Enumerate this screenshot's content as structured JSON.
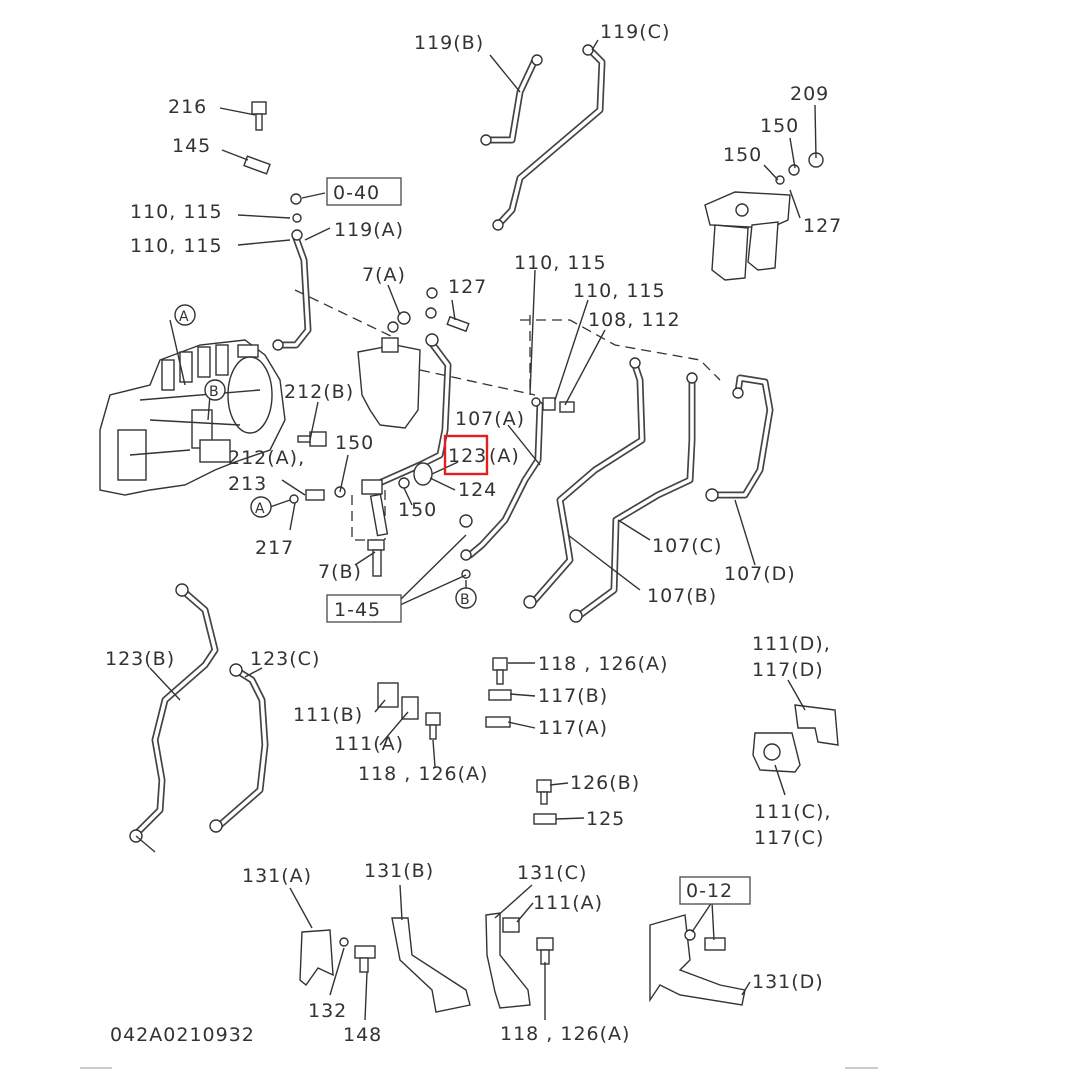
{
  "drawing_number": "042A0210932",
  "highlighted_callout": "123",
  "highlight_color": "#e0201e",
  "labels": {
    "l_119b": "119(B)",
    "l_119c": "119(C)",
    "l_216": "216",
    "l_145": "145",
    "l_209": "209",
    "l_150_top": "150",
    "l_150_top2": "150",
    "l_127_top": "127",
    "l_040": "0-40",
    "l_110_115_a": "110, 115",
    "l_110_115_b": "110, 115",
    "l_119a": "119(A)",
    "l_110_115_c": "110, 115",
    "l_110_115_d": "110, 115",
    "l_108_112": "108, 112",
    "l_7a": "7(A)",
    "l_127_mid": "127",
    "l_A_circle": "A",
    "l_B_circle": "B",
    "l_212b": "212(B)",
    "l_107a": "107(A)",
    "l_123a_num": "123",
    "l_123a_suffix": "(A)",
    "l_212a": "212(A),",
    "l_213": "213",
    "l_150_mid": "150",
    "l_124": "124",
    "l_150_mid2": "150",
    "l_A_circle2": "A",
    "l_217": "217",
    "l_7b": "7(B)",
    "l_107c": "107(C)",
    "l_107d": "107(D)",
    "l_107b": "107(B)",
    "l_145b": "1-45",
    "l_B_circle2": "B",
    "l_123b": "123(B)",
    "l_123c": "123(C)",
    "l_118_126a_top": "118 , 126(A)",
    "l_117b": "117(B)",
    "l_117a": "117(A)",
    "l_111b": "111(B)",
    "l_111a": "111(A)",
    "l_118_126a_mid": "118 , 126(A)",
    "l_111d": "111(D),",
    "l_117d": "117(D)",
    "l_126b": "126(B)",
    "l_125": "125",
    "l_111c": "111(C),",
    "l_117c": "117(C)",
    "l_131a": "131(A)",
    "l_131b": "131(B)",
    "l_131c": "131(C)",
    "l_111a_bot": "111(A)",
    "l_012": "0-12",
    "l_131d": "131(D)",
    "l_132": "132",
    "l_148": "148",
    "l_118_126a_bot": "118 , 126(A)"
  }
}
